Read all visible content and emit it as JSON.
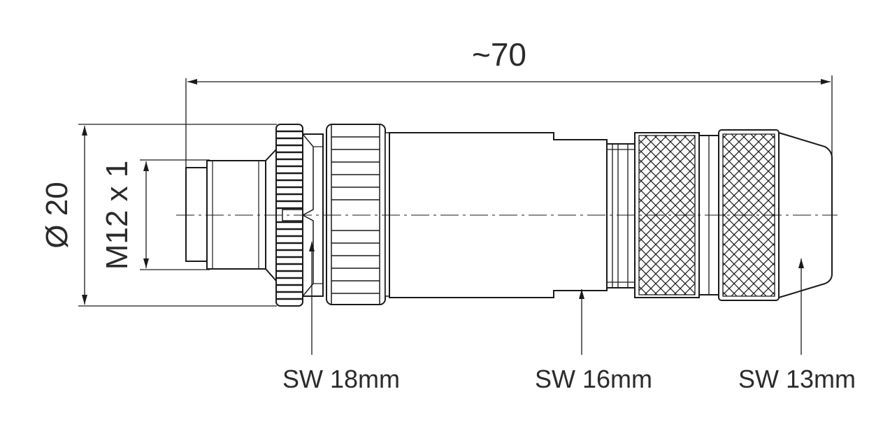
{
  "drawing": {
    "overall_length": "~70",
    "diameter": "Ø 20",
    "thread": "M12 x 1",
    "callouts": [
      "SW 18mm",
      "SW 16mm",
      "SW 13mm"
    ]
  },
  "colors": {
    "line": "#1a1a1a",
    "text": "#2b2b2b",
    "background": "#ffffff"
  }
}
